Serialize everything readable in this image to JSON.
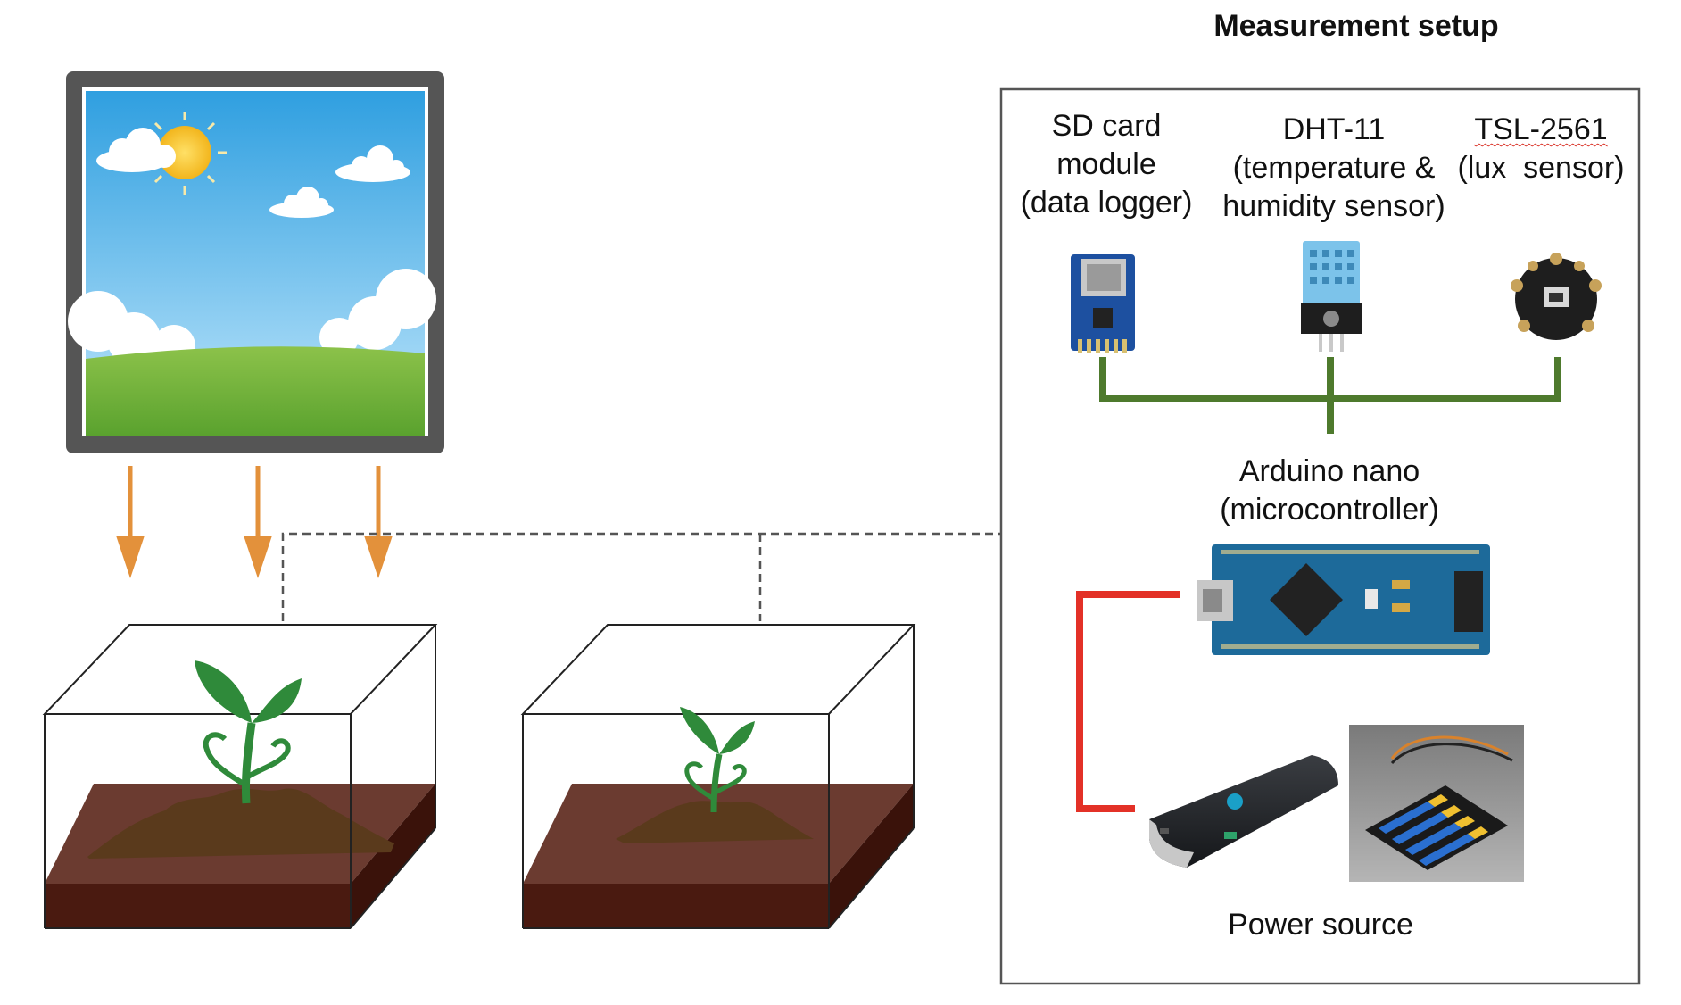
{
  "title": "Measurement setup",
  "labels": {
    "sd_card": [
      "SD card",
      "module",
      "(data logger)"
    ],
    "dht11": [
      "DHT-11",
      "(temperature &",
      "humidity sensor)"
    ],
    "tsl2561": [
      "TSL-2561",
      "(lux  sensor)"
    ],
    "arduino": [
      "Arduino nano",
      "(microcontroller)"
    ],
    "power": "Power source"
  },
  "colors": {
    "arrow": "#e3913b",
    "bus": "#4e7a2d",
    "power_wire": "#e33127",
    "soil_top": "#6b3b30",
    "soil_side": "#4a1a10",
    "dirt": "#5a3a1c",
    "leaf": "#2f8a3a",
    "frame": "#555555",
    "board_blue": "#1d6a9a"
  }
}
